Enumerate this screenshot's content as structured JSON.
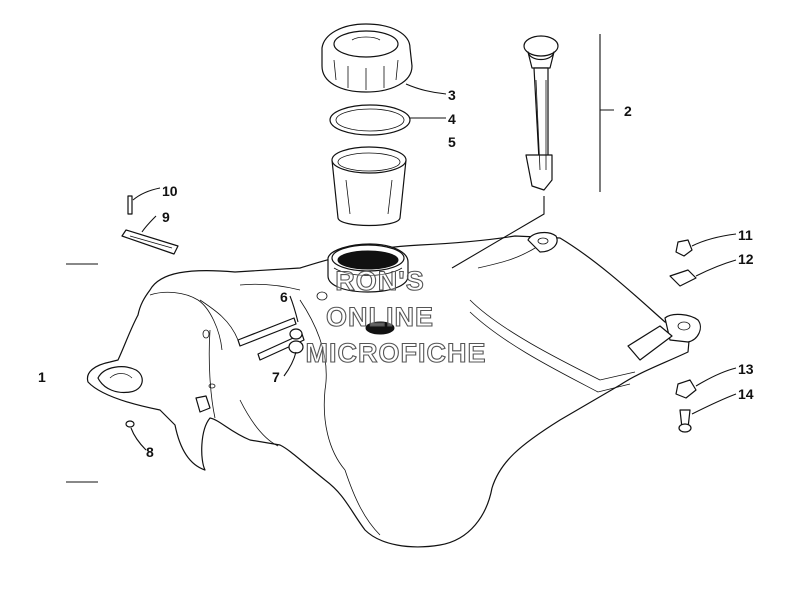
{
  "diagram": {
    "labels": {
      "p1": "1",
      "p2": "2",
      "p3": "3",
      "p4": "4",
      "p5": "5",
      "p6": "6",
      "p7": "7",
      "p8": "8",
      "p9": "9",
      "p10": "10",
      "p11": "11",
      "p12": "12",
      "p13": "13",
      "p14": "14"
    },
    "watermark": {
      "line1": "RON'S",
      "line2": "ONLINE",
      "line3": "MICROFICHE"
    }
  }
}
